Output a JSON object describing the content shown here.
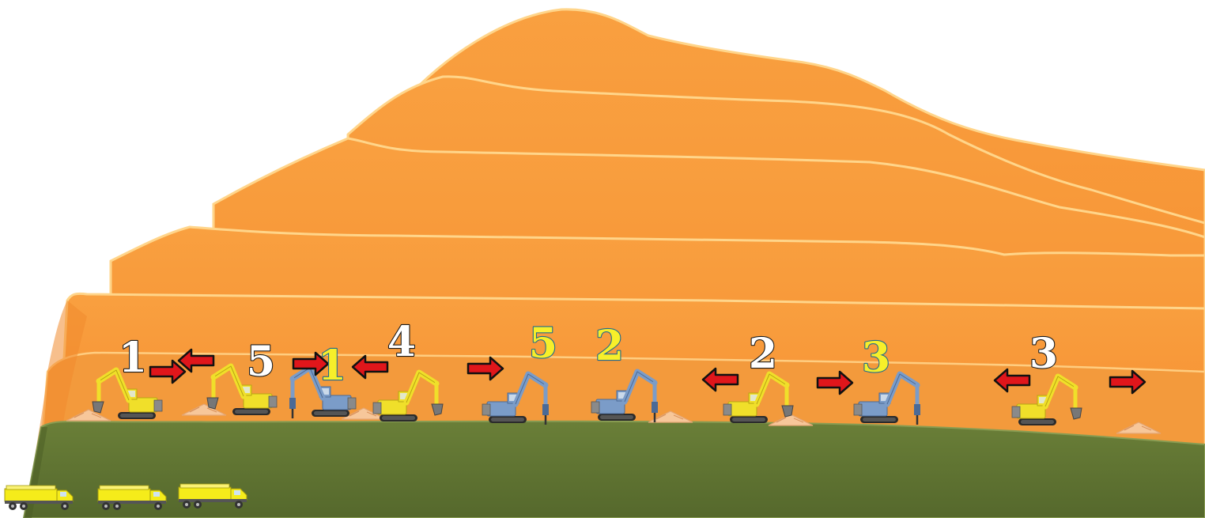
{
  "scene": {
    "colors": {
      "sky": "#ffffff",
      "hill": "#f6932c",
      "hill_light": "#fbb15b",
      "ridge": "#ffd58a",
      "ground": "#5b6e30",
      "ground_top": "#7e9446",
      "excavator_yellow": "#f0df2a",
      "excavator_blue": "#7b9cc8",
      "arrow_red": "#e0161b",
      "truck_yellow": "#f5ec1a"
    },
    "numbers": [
      {
        "text": "1",
        "style": "white"
      },
      {
        "text": "5",
        "style": "white"
      },
      {
        "text": "1",
        "style": "yellow"
      },
      {
        "text": "4",
        "style": "white"
      },
      {
        "text": "5",
        "style": "yellow"
      },
      {
        "text": "2",
        "style": "yellow"
      },
      {
        "text": "2",
        "style": "white"
      },
      {
        "text": "3",
        "style": "yellow"
      },
      {
        "text": "3",
        "style": "white"
      }
    ],
    "arrows": [
      {
        "direction": "right"
      },
      {
        "direction": "left"
      },
      {
        "direction": "right"
      },
      {
        "direction": "left"
      },
      {
        "direction": "right"
      },
      {
        "direction": "left"
      },
      {
        "direction": "right"
      },
      {
        "direction": "left"
      },
      {
        "direction": "right"
      }
    ],
    "excavators": [
      {
        "kind": "yellow-excavator",
        "facing": "left"
      },
      {
        "kind": "yellow-excavator",
        "facing": "left"
      },
      {
        "kind": "blue-excavator",
        "facing": "left"
      },
      {
        "kind": "yellow-excavator",
        "facing": "right"
      },
      {
        "kind": "blue-excavator",
        "facing": "right"
      },
      {
        "kind": "blue-excavator",
        "facing": "right"
      },
      {
        "kind": "yellow-excavator",
        "facing": "right"
      },
      {
        "kind": "blue-excavator",
        "facing": "right"
      },
      {
        "kind": "yellow-excavator",
        "facing": "right"
      }
    ],
    "dirt_piles": 6,
    "trucks": 3
  }
}
